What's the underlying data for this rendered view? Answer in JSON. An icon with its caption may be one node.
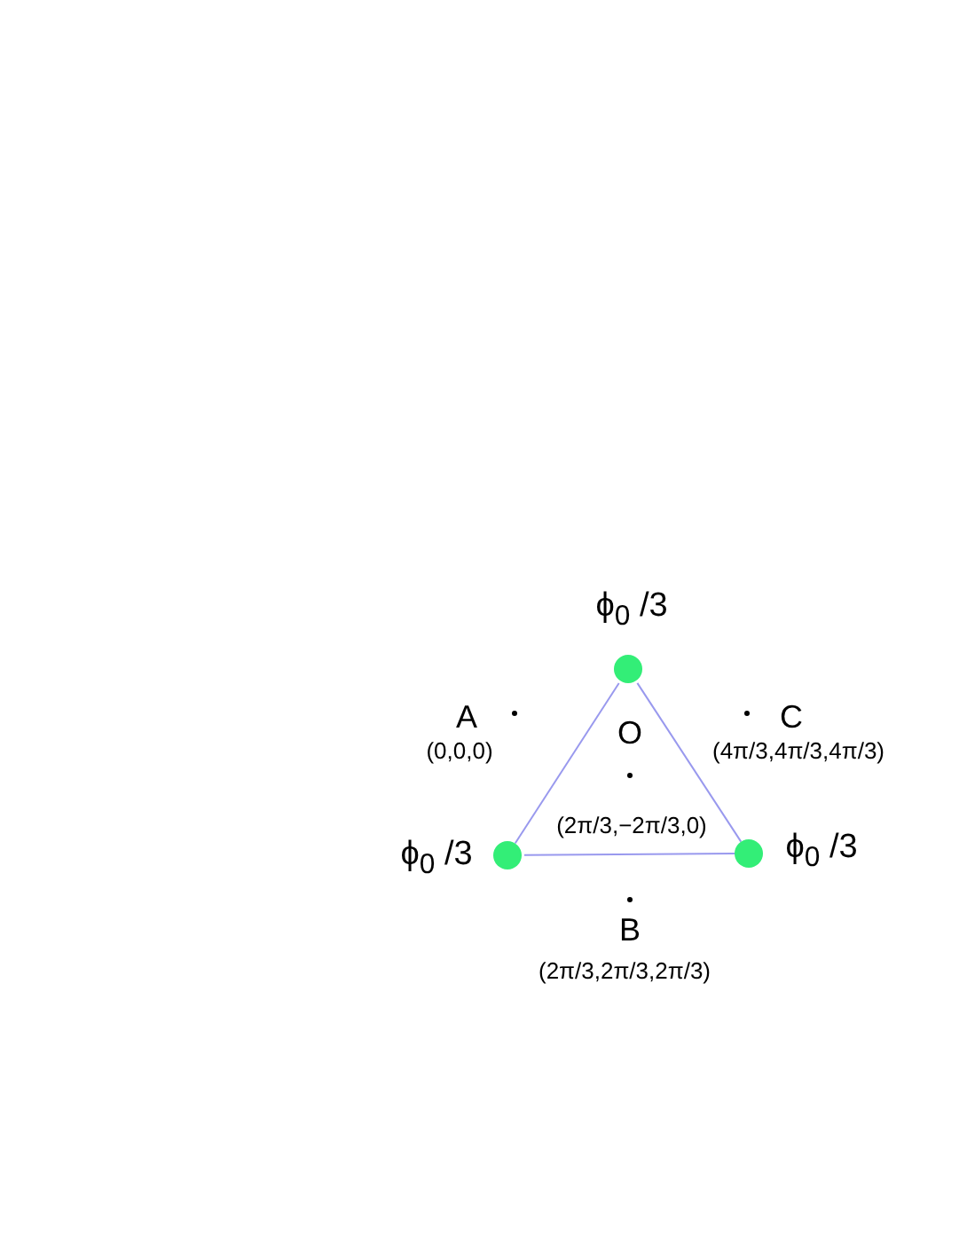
{
  "diagram": {
    "nodes": [
      {
        "text": [],
        "shape": "circle",
        "beside": [
          "ϕ$_{0}$ /3"
        ]
      },
      {
        "text": [],
        "shape": "circle",
        "beside": [
          "ϕ$_{0}$ /3"
        ]
      },
      {
        "text": [],
        "shape": "circle",
        "beside": [
          "ϕ$_{0}$ /3"
        ]
      }
    ],
    "edges": [
      {
        "from": 0,
        "to": 1,
        "arrow": "none"
      },
      {
        "from": 0,
        "to": 2,
        "arrow": "none"
      },
      {
        "from": 1,
        "to": 2,
        "arrow": "none"
      }
    ],
    "labels": [
      "A",
      "(0,0,0)",
      "O",
      "C",
      "(4π/3,4π/3,4π/3)",
      "(2π/3,−2π/3,0)",
      "B",
      "(2π/3,2π/3,2π/3)"
    ]
  }
}
